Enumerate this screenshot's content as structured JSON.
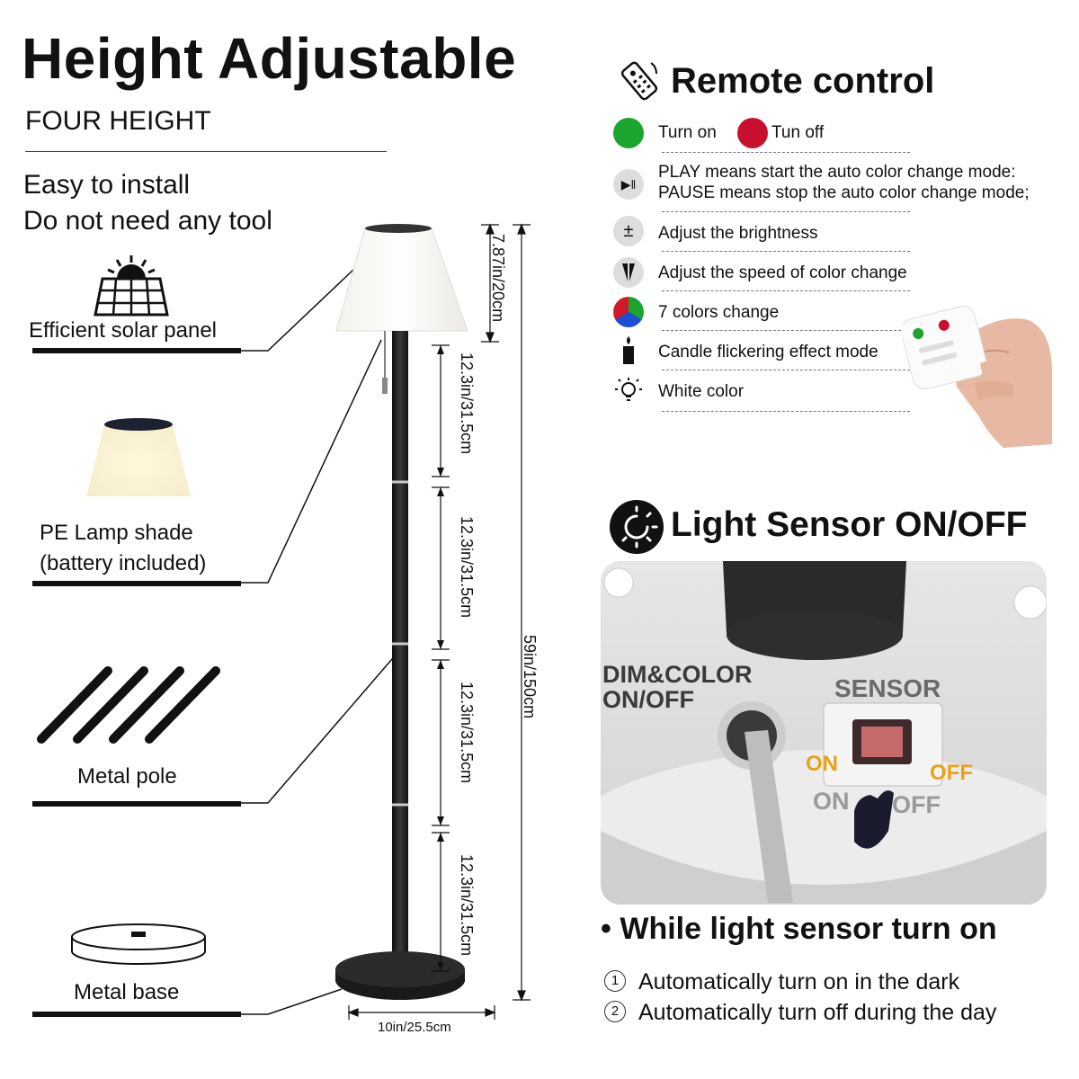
{
  "left": {
    "title": "Height Adjustable",
    "subtitle": "FOUR HEIGHT",
    "install_lines": [
      "Easy to install",
      "Do not need any tool"
    ],
    "parts": {
      "solar_panel": "Efficient solar panel",
      "lamp_shade_1": "PE Lamp shade",
      "lamp_shade_2": "(battery included)",
      "pole": "Metal pole",
      "base": "Metal base"
    },
    "dimensions": {
      "shade_height": "7.87in/20cm",
      "segment_1": "12.3in/31.5cm",
      "segment_2": "12.3in/31.5cm",
      "segment_3": "12.3in/31.5cm",
      "segment_4": "12.3in/31.5cm",
      "total_height": "59in/150cm",
      "base_width": "10in/25.5cm"
    }
  },
  "remote": {
    "title": "Remote control",
    "turn_on": "Turn on",
    "turn_off": "Tun off",
    "play_line_1": "PLAY means start the auto color change mode:",
    "play_line_2": "PAUSE means stop the auto color change mode;",
    "brightness": "Adjust the brightness",
    "speed": "Adjust the speed of color change",
    "colors": "7 colors change",
    "candle": "Candle flickering effect mode",
    "white": "White color",
    "colors_map": {
      "on": "#1aa52e",
      "off": "#c8102e"
    },
    "icons": [
      "remote-icon",
      "play-pause-icon",
      "plus-minus-icon",
      "speed-icon",
      "color-wheel-icon",
      "candle-icon",
      "bulb-icon"
    ]
  },
  "sensor": {
    "title": "Light Sensor ON/OFF",
    "photo": {
      "dim_label_1": "DIM&COLOR",
      "dim_label_2": "ON/OFF",
      "sensor_label": "SENSOR",
      "on_label": "ON",
      "off_label": "OFF",
      "on_embossed": "ON",
      "off_embossed": "OFF"
    },
    "bullet": "While light sensor turn on",
    "steps": [
      {
        "num": "1",
        "text": "Automatically turn on in the dark"
      },
      {
        "num": "2",
        "text": "Automatically turn off during the day"
      }
    ]
  }
}
